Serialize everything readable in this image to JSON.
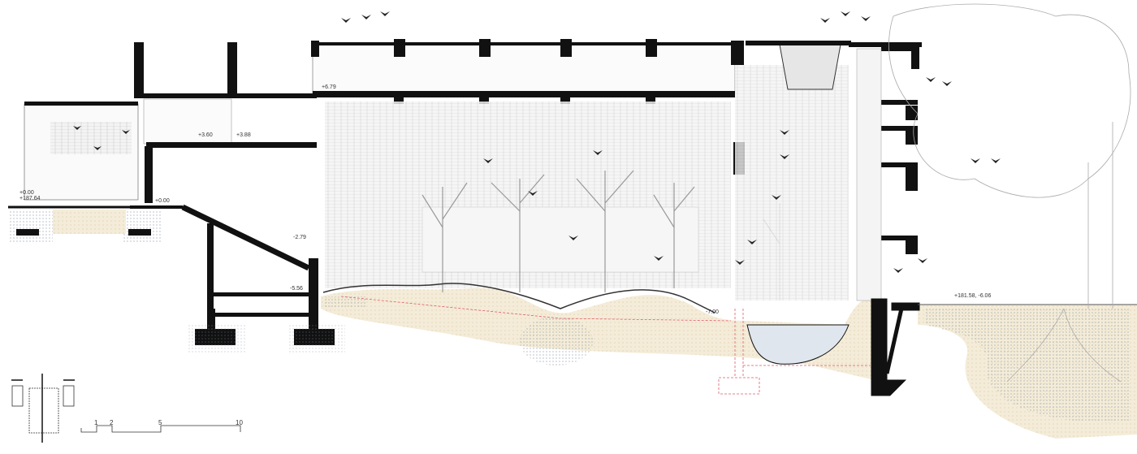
{
  "levels": {
    "ground_left": "+0.00",
    "ground_left_abs": "+187.64",
    "entry": "+0.00",
    "stair_mid": "-2.79",
    "basement": "-5.56",
    "mezzanine": "+3.60",
    "terrace": "+3.88",
    "roof_office": "+6.79",
    "pond": "-7.00",
    "right_ground": "+181.58, -6.06"
  },
  "scale_bar": {
    "ticks": [
      "1",
      "2",
      "5",
      "10"
    ]
  },
  "colors": {
    "ink": "#111111",
    "soil": "#efe6cf",
    "water": "#dfe6ee",
    "hatch": "#9aa8b8",
    "grid": "#e05a6a"
  }
}
